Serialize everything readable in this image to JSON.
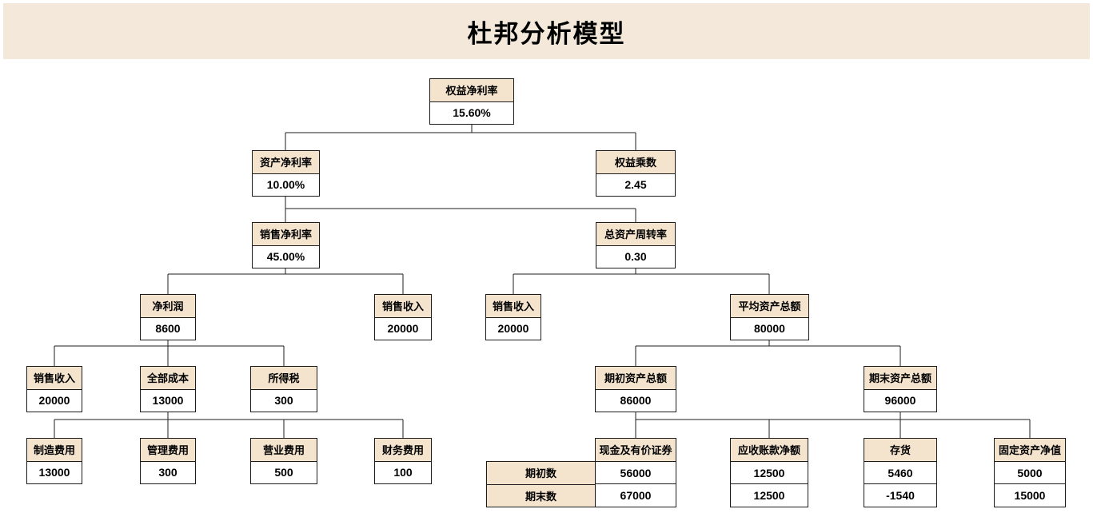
{
  "title": "杜邦分析模型",
  "nodes": {
    "roe": {
      "label": "权益净利率",
      "value": "15.60%"
    },
    "roa": {
      "label": "资产净利率",
      "value": "10.00%"
    },
    "equity_multiplier": {
      "label": "权益乘数",
      "value": "2.45"
    },
    "net_profit_margin": {
      "label": "销售净利率",
      "value": "45.00%"
    },
    "total_asset_turnover": {
      "label": "总资产周转率",
      "value": "0.30"
    },
    "net_profit": {
      "label": "净利润",
      "value": "8600"
    },
    "sales_revenue_under_margin": {
      "label": "销售收入",
      "value": "20000"
    },
    "sales_revenue_under_turnover": {
      "label": "销售收入",
      "value": "20000"
    },
    "average_total_assets": {
      "label": "平均资产总额",
      "value": "80000"
    },
    "sales_revenue_under_profit": {
      "label": "销售收入",
      "value": "20000"
    },
    "total_cost": {
      "label": "全部成本",
      "value": "13000"
    },
    "income_tax": {
      "label": "所得税",
      "value": "300"
    },
    "beginning_total_assets": {
      "label": "期初资产总额",
      "value": "86000"
    },
    "ending_total_assets": {
      "label": "期末资产总额",
      "value": "96000"
    },
    "manufacturing_expense": {
      "label": "制造费用",
      "value": "13000"
    },
    "admin_expense": {
      "label": "管理费用",
      "value": "300"
    },
    "operating_expense": {
      "label": "营业费用",
      "value": "500"
    },
    "financial_expense": {
      "label": "财务费用",
      "value": "100"
    }
  },
  "asset_detail_table": {
    "row_labels": [
      "期初数",
      "期末数"
    ],
    "columns": [
      {
        "header": "现金及有价证券",
        "beginning": "56000",
        "ending": "67000"
      },
      {
        "header": "应收账款净额",
        "beginning": "12500",
        "ending": "12500"
      },
      {
        "header": "存货",
        "beginning": "5460",
        "ending": "-1540"
      },
      {
        "header": "固定资产净值",
        "beginning": "5000",
        "ending": "15000"
      }
    ]
  },
  "colors": {
    "banner_bg": "#F3E8DA",
    "node_header_bg": "#F4E4CE",
    "border": "#1C1C1C",
    "text": "#000000"
  }
}
